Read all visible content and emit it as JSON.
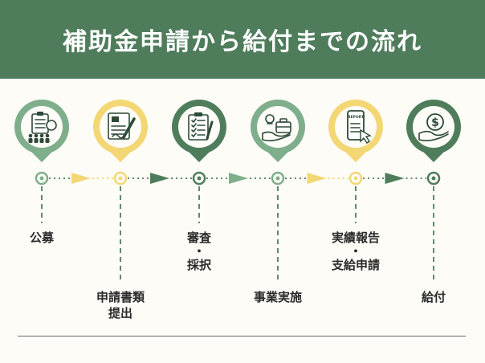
{
  "title": "補助金申請から給付までの流れ",
  "colors": {
    "banner": "#4f7d5c",
    "dark_green": "#4f7d5c",
    "light_green": "#7fae8c",
    "yellow": "#f3d775",
    "connector": "#4f7d5c"
  },
  "steps": [
    {
      "label_lines": [
        "公募"
      ],
      "icon": "clipboard-people-icon",
      "pin_color": "light_green",
      "label_pos": "upper"
    },
    {
      "label_lines": [
        "申請書類",
        "提出"
      ],
      "icon": "document-pen-icon",
      "pin_color": "yellow",
      "label_pos": "lower"
    },
    {
      "label_lines": [
        "審査",
        "・",
        "採択"
      ],
      "icon": "checklist-icon",
      "pin_color": "dark_green",
      "label_pos": "upper"
    },
    {
      "label_lines": [
        "事業実施"
      ],
      "icon": "hand-briefcase-icon",
      "pin_color": "light_green",
      "label_pos": "lower"
    },
    {
      "label_lines": [
        "実績報告",
        "・",
        "支給申請"
      ],
      "icon": "phone-report-icon",
      "pin_color": "yellow",
      "label_pos": "upper"
    },
    {
      "label_lines": [
        "給付"
      ],
      "icon": "hand-coin-icon",
      "pin_color": "dark_green",
      "label_pos": "lower"
    }
  ],
  "phone_screen_text": "REPORT"
}
